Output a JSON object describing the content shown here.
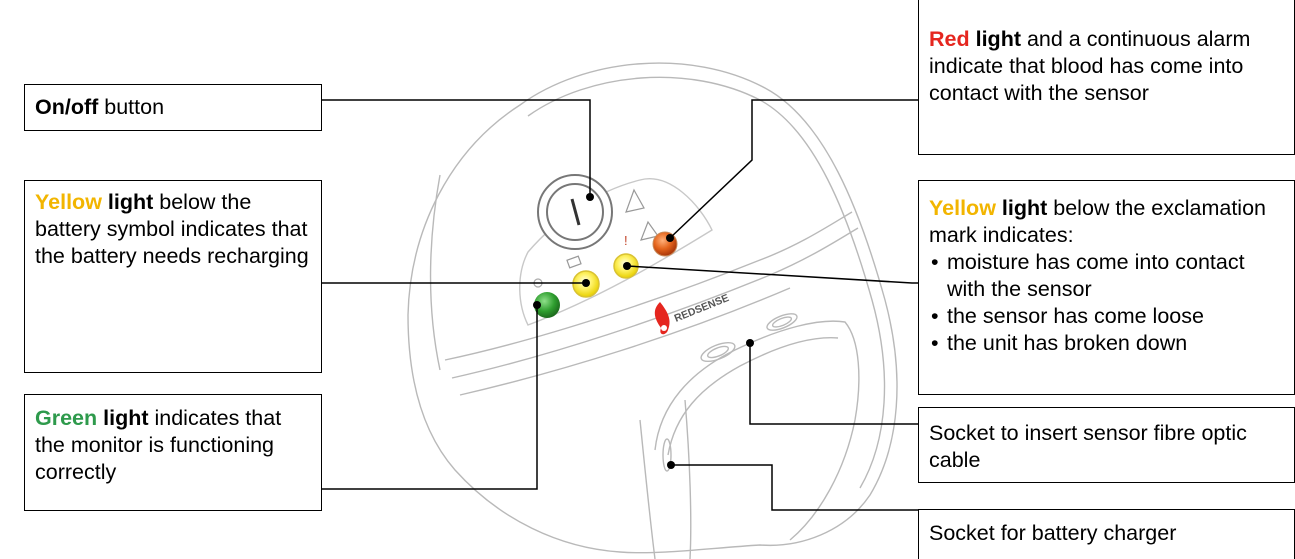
{
  "callouts": {
    "onoff": {
      "bold": "On/off",
      "rest": " button"
    },
    "battery": {
      "color_word": "Yellow",
      "bold": "light",
      "rest": " below the battery symbol indicates that the battery needs recharging"
    },
    "green": {
      "color_word": "Green",
      "bold": "light",
      "rest": " indicates that the monitor is functioning correctly"
    },
    "red": {
      "color_word": "Red",
      "bold": "light",
      "rest": " and a continuous alarm indicate that blood has come into contact with the sensor"
    },
    "excl": {
      "color_word": "Yellow",
      "bold": "light",
      "rest": " below the exclamation mark indicates:",
      "items": [
        "moisture has come into contact with the sensor",
        "the sensor has come loose",
        "the unit has broken down"
      ]
    },
    "fibre": {
      "text": "Socket to insert sensor fibre optic cable"
    },
    "charger": {
      "text": "Socket for battery charger"
    }
  },
  "device": {
    "brand": "REDSENSE"
  },
  "colors": {
    "yellow": "#f2b500",
    "red": "#e5261f",
    "green": "#2e9a4c",
    "outline": "#b9b9b9"
  }
}
